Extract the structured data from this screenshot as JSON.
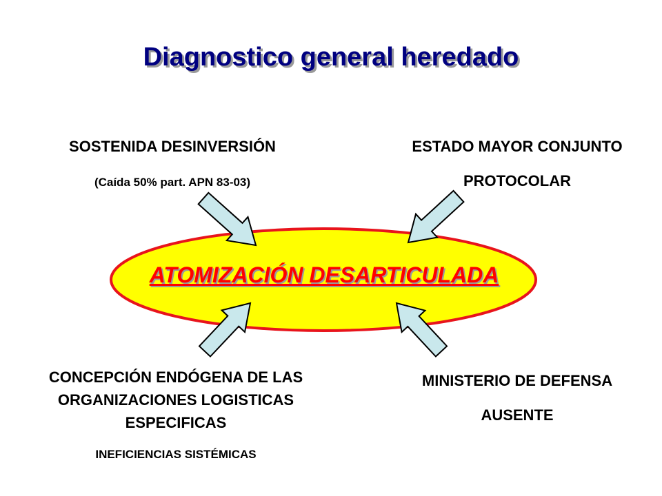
{
  "title": "Diagnostico general heredado",
  "center": {
    "text": "ATOMIZACIÓN DESARTICULADA",
    "fill_color": "#ffff00",
    "border_color": "#e8141c",
    "text_color": "#ff0000"
  },
  "arrow_color": "#c9e8ec",
  "factors": {
    "top_left": {
      "line1": "SOSTENIDA DESINVERSIÓN",
      "line2": "(Caída 50% part. APN 83-03)"
    },
    "top_right": {
      "line1": "ESTADO MAYOR CONJUNTO",
      "line2": "PROTOCOLAR"
    },
    "bottom_left": {
      "line1": "CONCEPCIÓN ENDÓGENA DE LAS",
      "line2": "ORGANIZACIONES LOGISTICAS",
      "line3": "ESPECIFICAS",
      "line4": "INEFICIENCIAS SISTÉMICAS"
    },
    "bottom_right": {
      "line1": "MINISTERIO DE DEFENSA",
      "line2": "AUSENTE"
    }
  }
}
